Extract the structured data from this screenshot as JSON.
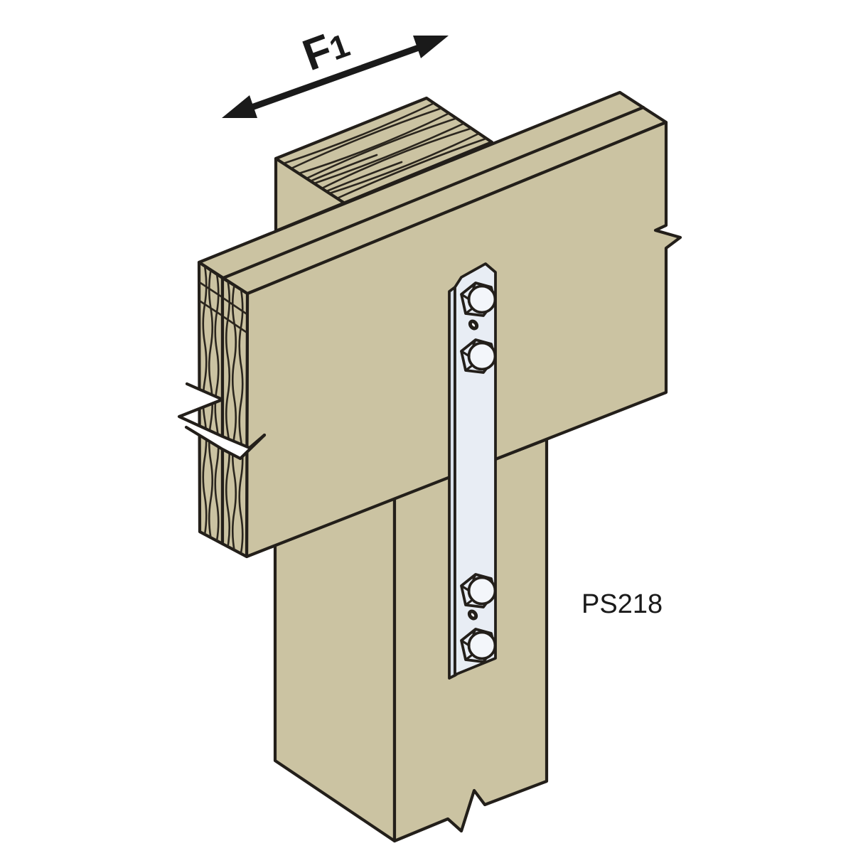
{
  "labels": {
    "force_arrow": {
      "symbol": "F",
      "subscript": "1"
    },
    "part_number": "PS218"
  },
  "colors": {
    "background": "#ffffff",
    "wood": "#cbc3a2",
    "outline": "#231f1a",
    "grain": "#2b261e",
    "strap_face": "#e8edf4",
    "strap_side": "#d9e0e9",
    "bolt_face": "#e9eef5",
    "bolt_head_circle": "#f3f6fa",
    "hole": "#ffffff",
    "arrow": "#1a1a1a",
    "label_text": "#1a1a1a"
  },
  "scene": {
    "description": "Isometric illustration of a PS218 strap tie bolted across the joint between a double-ply wood beam and a wood post, with a cross member on top; double-headed force arrow F1 runs parallel to the beam.",
    "bolt_count": 4,
    "small_hole_count": 2,
    "members": [
      "cross member",
      "double-ply beam",
      "post",
      "PS218 strap"
    ]
  }
}
